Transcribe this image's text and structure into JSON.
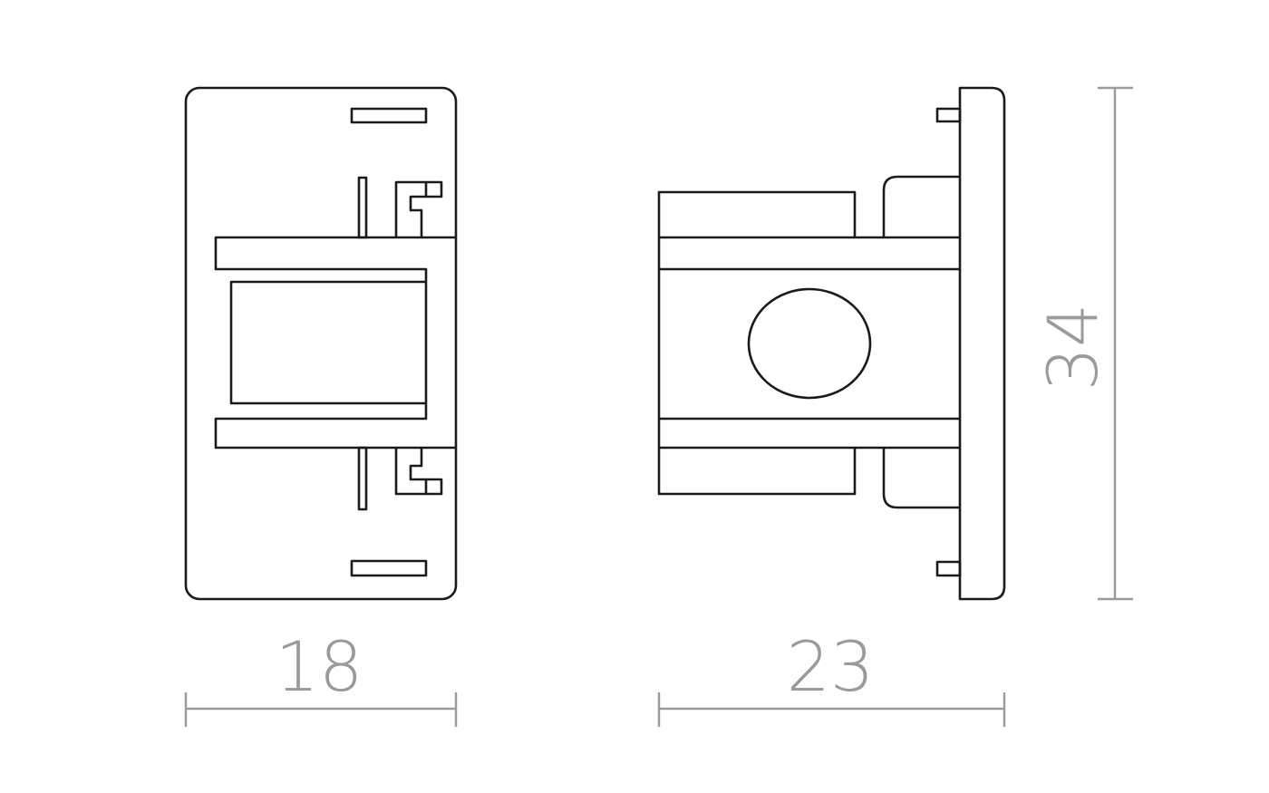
{
  "dimensions": {
    "width_label": "18",
    "depth_label": "23",
    "height_label": "34"
  },
  "colors": {
    "outline": "#1a1a1a",
    "dimension": "#9a9a9a"
  }
}
